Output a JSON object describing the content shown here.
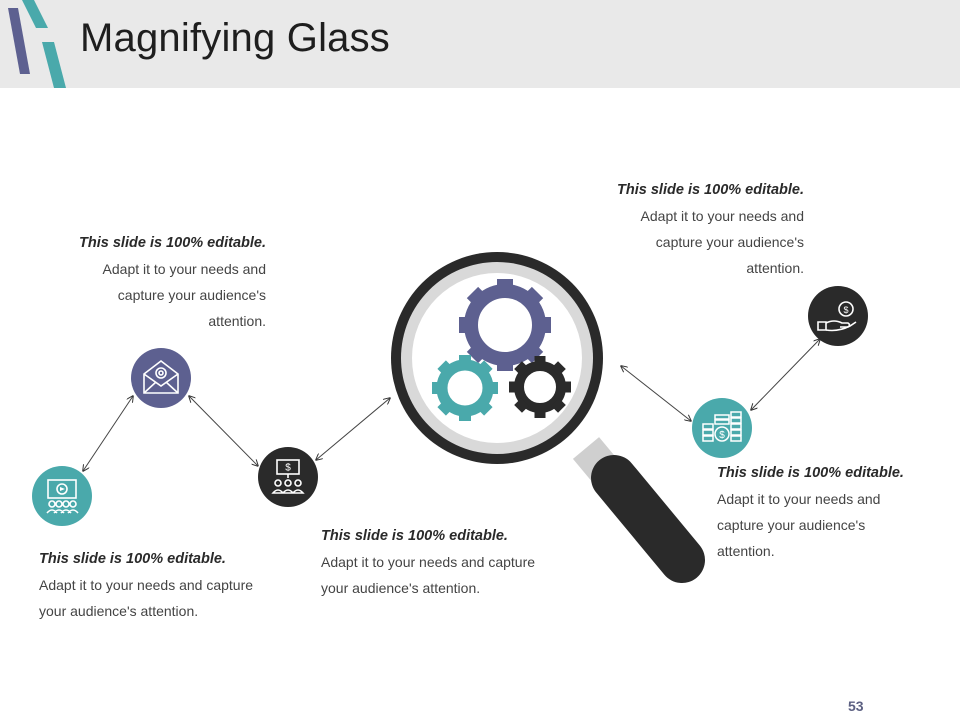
{
  "slide": {
    "title": "Magnifying Glass",
    "page_number": "53"
  },
  "colors": {
    "teal": "#4aa9ab",
    "purple": "#5d6090",
    "dark": "#2c2c2c",
    "lens_ring": "#d9d9d9",
    "header_band": "#e9e9e9"
  },
  "callouts": {
    "top_left": {
      "heading": "This slide is 100% editable.",
      "line1": "Adapt it to your needs and",
      "line2": "capture your audience's",
      "line3": "attention."
    },
    "top_right": {
      "heading": "This slide is 100% editable.",
      "line1": "Adapt it to your needs and",
      "line2": "capture your audience's",
      "line3": "attention."
    },
    "bottom_left": {
      "heading": "This slide is 100% editable.",
      "line1": "Adapt it to your needs and capture",
      "line2": "your audience's attention."
    },
    "bottom_center": {
      "heading": "This slide is 100% editable.",
      "line1": "Adapt it to your needs and capture",
      "line2": "your audience's attention."
    },
    "bottom_right": {
      "heading": "This slide is 100% editable.",
      "line1": "Adapt it to your needs and",
      "line2": "capture your audience's",
      "line3": "attention."
    }
  },
  "icons": {
    "node_1": "presentation-audience-icon",
    "node_2": "email-envelope-icon",
    "node_3": "computer-team-icon",
    "node_4": "database-dollar-icon",
    "node_5": "hand-coin-icon",
    "center": "gears-icon"
  }
}
